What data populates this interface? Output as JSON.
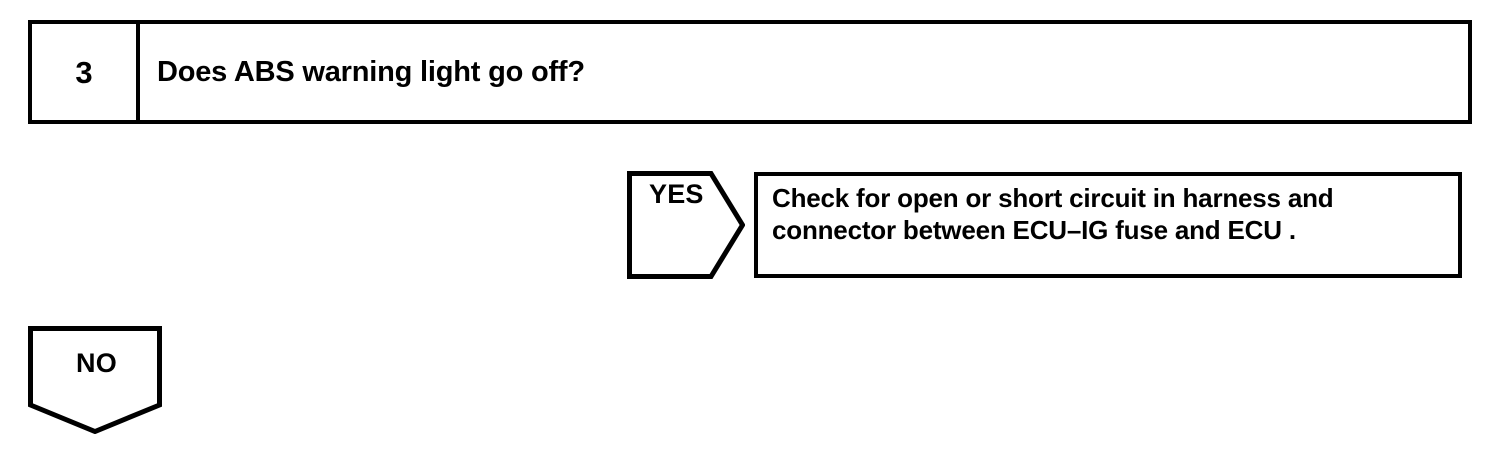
{
  "page": {
    "background_color": "#ffffff",
    "line_color": "#000000"
  },
  "step": {
    "number": "3",
    "question": "Does ABS warning light go off?"
  },
  "branches": [
    {
      "id": "yes",
      "label": "YES",
      "shape": "pentagon-right",
      "result": {
        "line1": "Check for open or short circuit in harness and",
        "line2": "connector between ECU–IG fuse and ECU ."
      }
    },
    {
      "id": "no",
      "label": "NO",
      "shape": "pentagon-down"
    }
  ]
}
